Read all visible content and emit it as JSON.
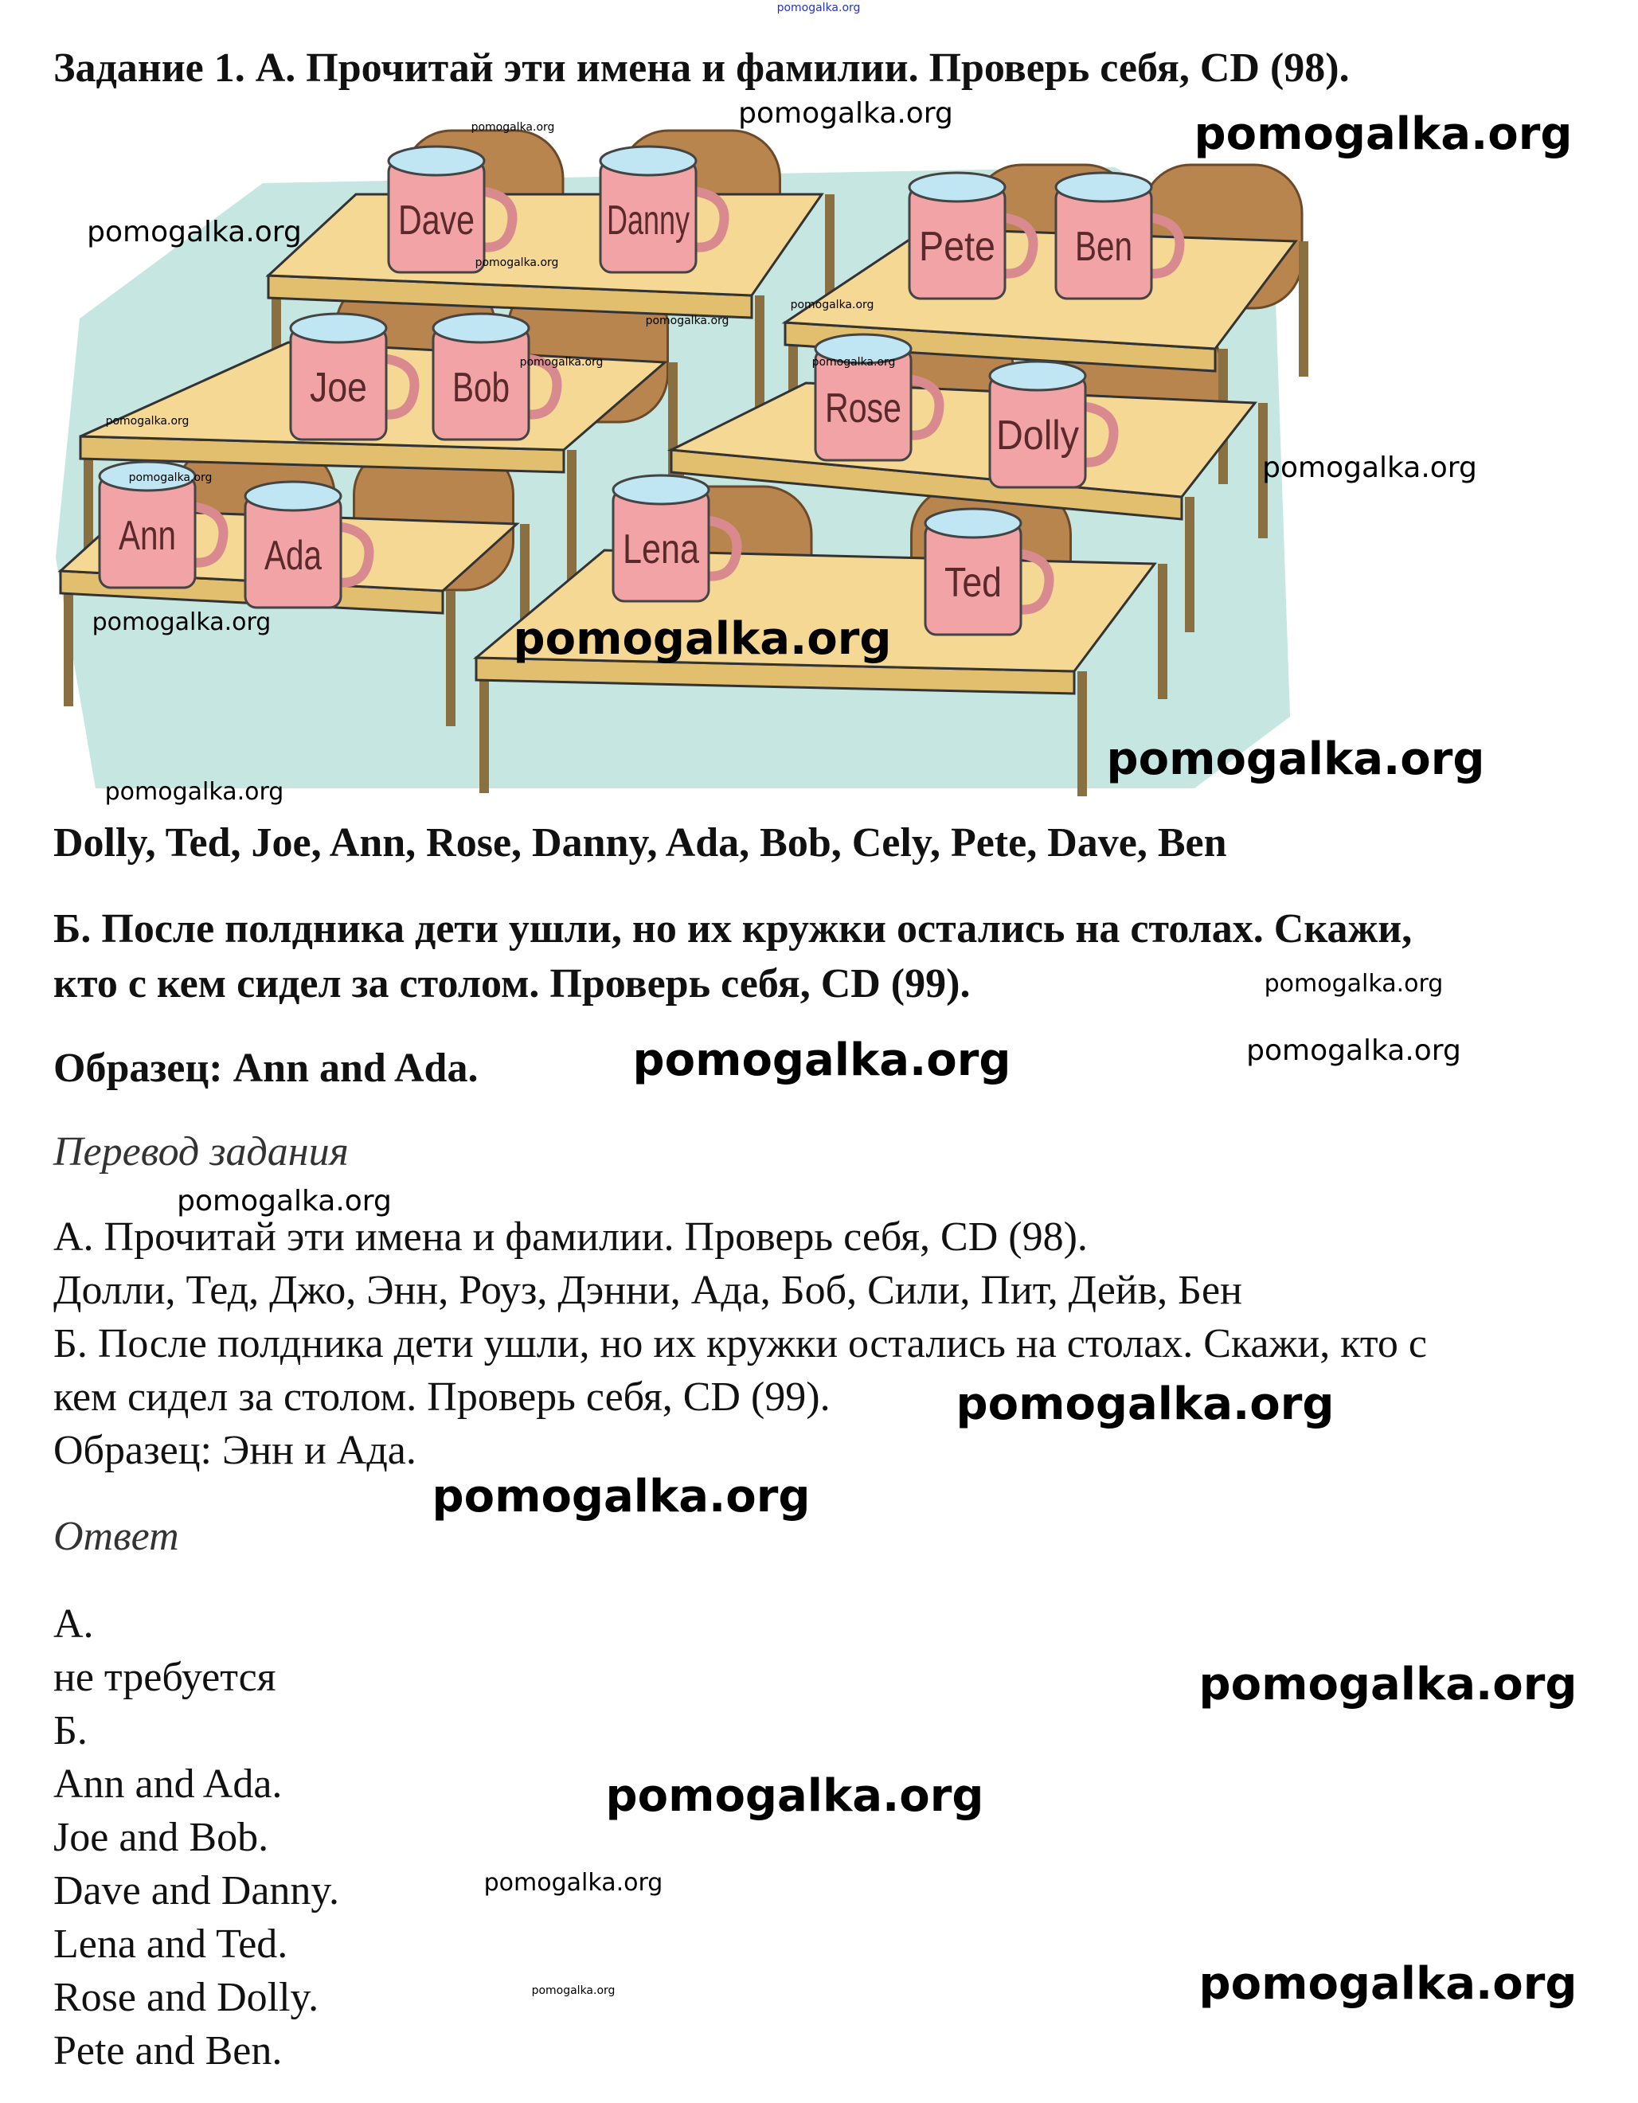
{
  "title": "Задание 1. А. Прочитай эти имена и фамилии. Проверь себя, CD (98).",
  "illustration": {
    "mugs": [
      "Dave",
      "Danny",
      "Pete",
      "Ben",
      "Joe",
      "Bob",
      "Rose",
      "Dolly",
      "Ann",
      "Ada",
      "Lena",
      "Ted"
    ]
  },
  "names_line": "Dolly, Ted, Joe, Ann, Rose, Danny, Ada, Bob, Cely, Pete, Dave, Ben",
  "task_b": {
    "line1": "Б. После полдника дети ушли, но их кружки остались на столах. Скажи,",
    "line2": "кто с кем сидел за столом. Проверь себя, CD (99)."
  },
  "example": "Образец: Ann and Ada.",
  "translation": {
    "heading": "Перевод задания",
    "lines": [
      "А. Прочитай эти имена и фамилии. Проверь себя, CD (98).",
      "Долли, Тед, Джо, Энн, Роуз, Дэнни, Ада, Боб, Сили, Пит, Дейв, Бен",
      "Б. После полдника дети ушли, но их кружки остались на столах. Скажи, кто с",
      "кем сидел за столом. Проверь себя, CD (99).",
      "Образец: Энн и Ада."
    ]
  },
  "answer": {
    "heading": "Ответ",
    "lines": [
      "А.",
      "не требуется",
      "Б.",
      "Ann and Ada.",
      "Joe and Bob.",
      "Dave and Danny.",
      "Lena and Ted.",
      "Rose and Dolly.",
      "Pete and Ben."
    ]
  },
  "watermarks": [
    "pomogalka.org",
    "pomogalka.org",
    "pomogalka.org",
    "pomogalka.org",
    "pomogalka.org",
    "pomogalka.org",
    "pomogalka.org",
    "pomogalka.org",
    "pomogalka.org",
    "pomogalka.org",
    "pomogalka.org",
    "pomogalka.org",
    "pomogalka.org",
    "pomogalka.org",
    "pomogalka.org",
    "pomogalka.org",
    "pomogalka.org",
    "pomogalka.org",
    "pomogalka.org",
    "pomogalka.org",
    "pomogalka.org",
    "pomogalka.org",
    "pomogalka.org",
    "pomogalka.org",
    "pomogalka.org",
    "pomogalka.org",
    "pomogalka.org",
    "pomogalka.org"
  ],
  "colors": {
    "mug": "#f2a3a6",
    "mug_top": "#bfe6f2",
    "table": "#f4d894",
    "chair": "#b9854f",
    "floor": "#c6e6e1",
    "watermark_top": "#2233cc"
  }
}
